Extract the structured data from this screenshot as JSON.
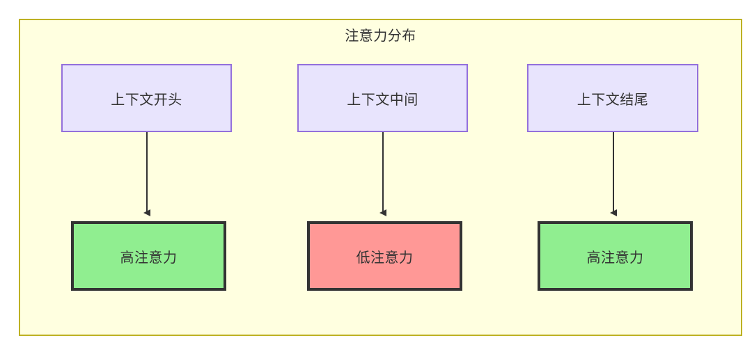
{
  "diagram": {
    "title": "注意力分布",
    "frame": {
      "background_color": "#ffffe0",
      "border_color": "#bdb123"
    },
    "nodes": {
      "top": [
        {
          "id": "context-start",
          "label": "上下文开头",
          "fill": "#e8e4fd",
          "stroke": "#9370db"
        },
        {
          "id": "context-middle",
          "label": "上下文中间",
          "fill": "#e8e4fd",
          "stroke": "#9370db"
        },
        {
          "id": "context-end",
          "label": "上下文结尾",
          "fill": "#e8e4fd",
          "stroke": "#9370db"
        }
      ],
      "bottom": [
        {
          "id": "high-attention-start",
          "label": "高注意力",
          "fill": "#90ee90",
          "stroke": "#333333"
        },
        {
          "id": "low-attention-middle",
          "label": "低注意力",
          "fill": "#ff9896",
          "stroke": "#333333"
        },
        {
          "id": "high-attention-end",
          "label": "高注意力",
          "fill": "#90ee90",
          "stroke": "#333333"
        }
      ]
    },
    "edges": [
      {
        "id": "edge-start",
        "from": "context-start",
        "to": "high-attention-start",
        "style": "solid-arrow"
      },
      {
        "id": "edge-middle",
        "from": "context-middle",
        "to": "low-attention-middle",
        "style": "solid-arrow"
      },
      {
        "id": "edge-end",
        "from": "context-end",
        "to": "high-attention-end",
        "style": "solid-arrow"
      }
    ]
  }
}
